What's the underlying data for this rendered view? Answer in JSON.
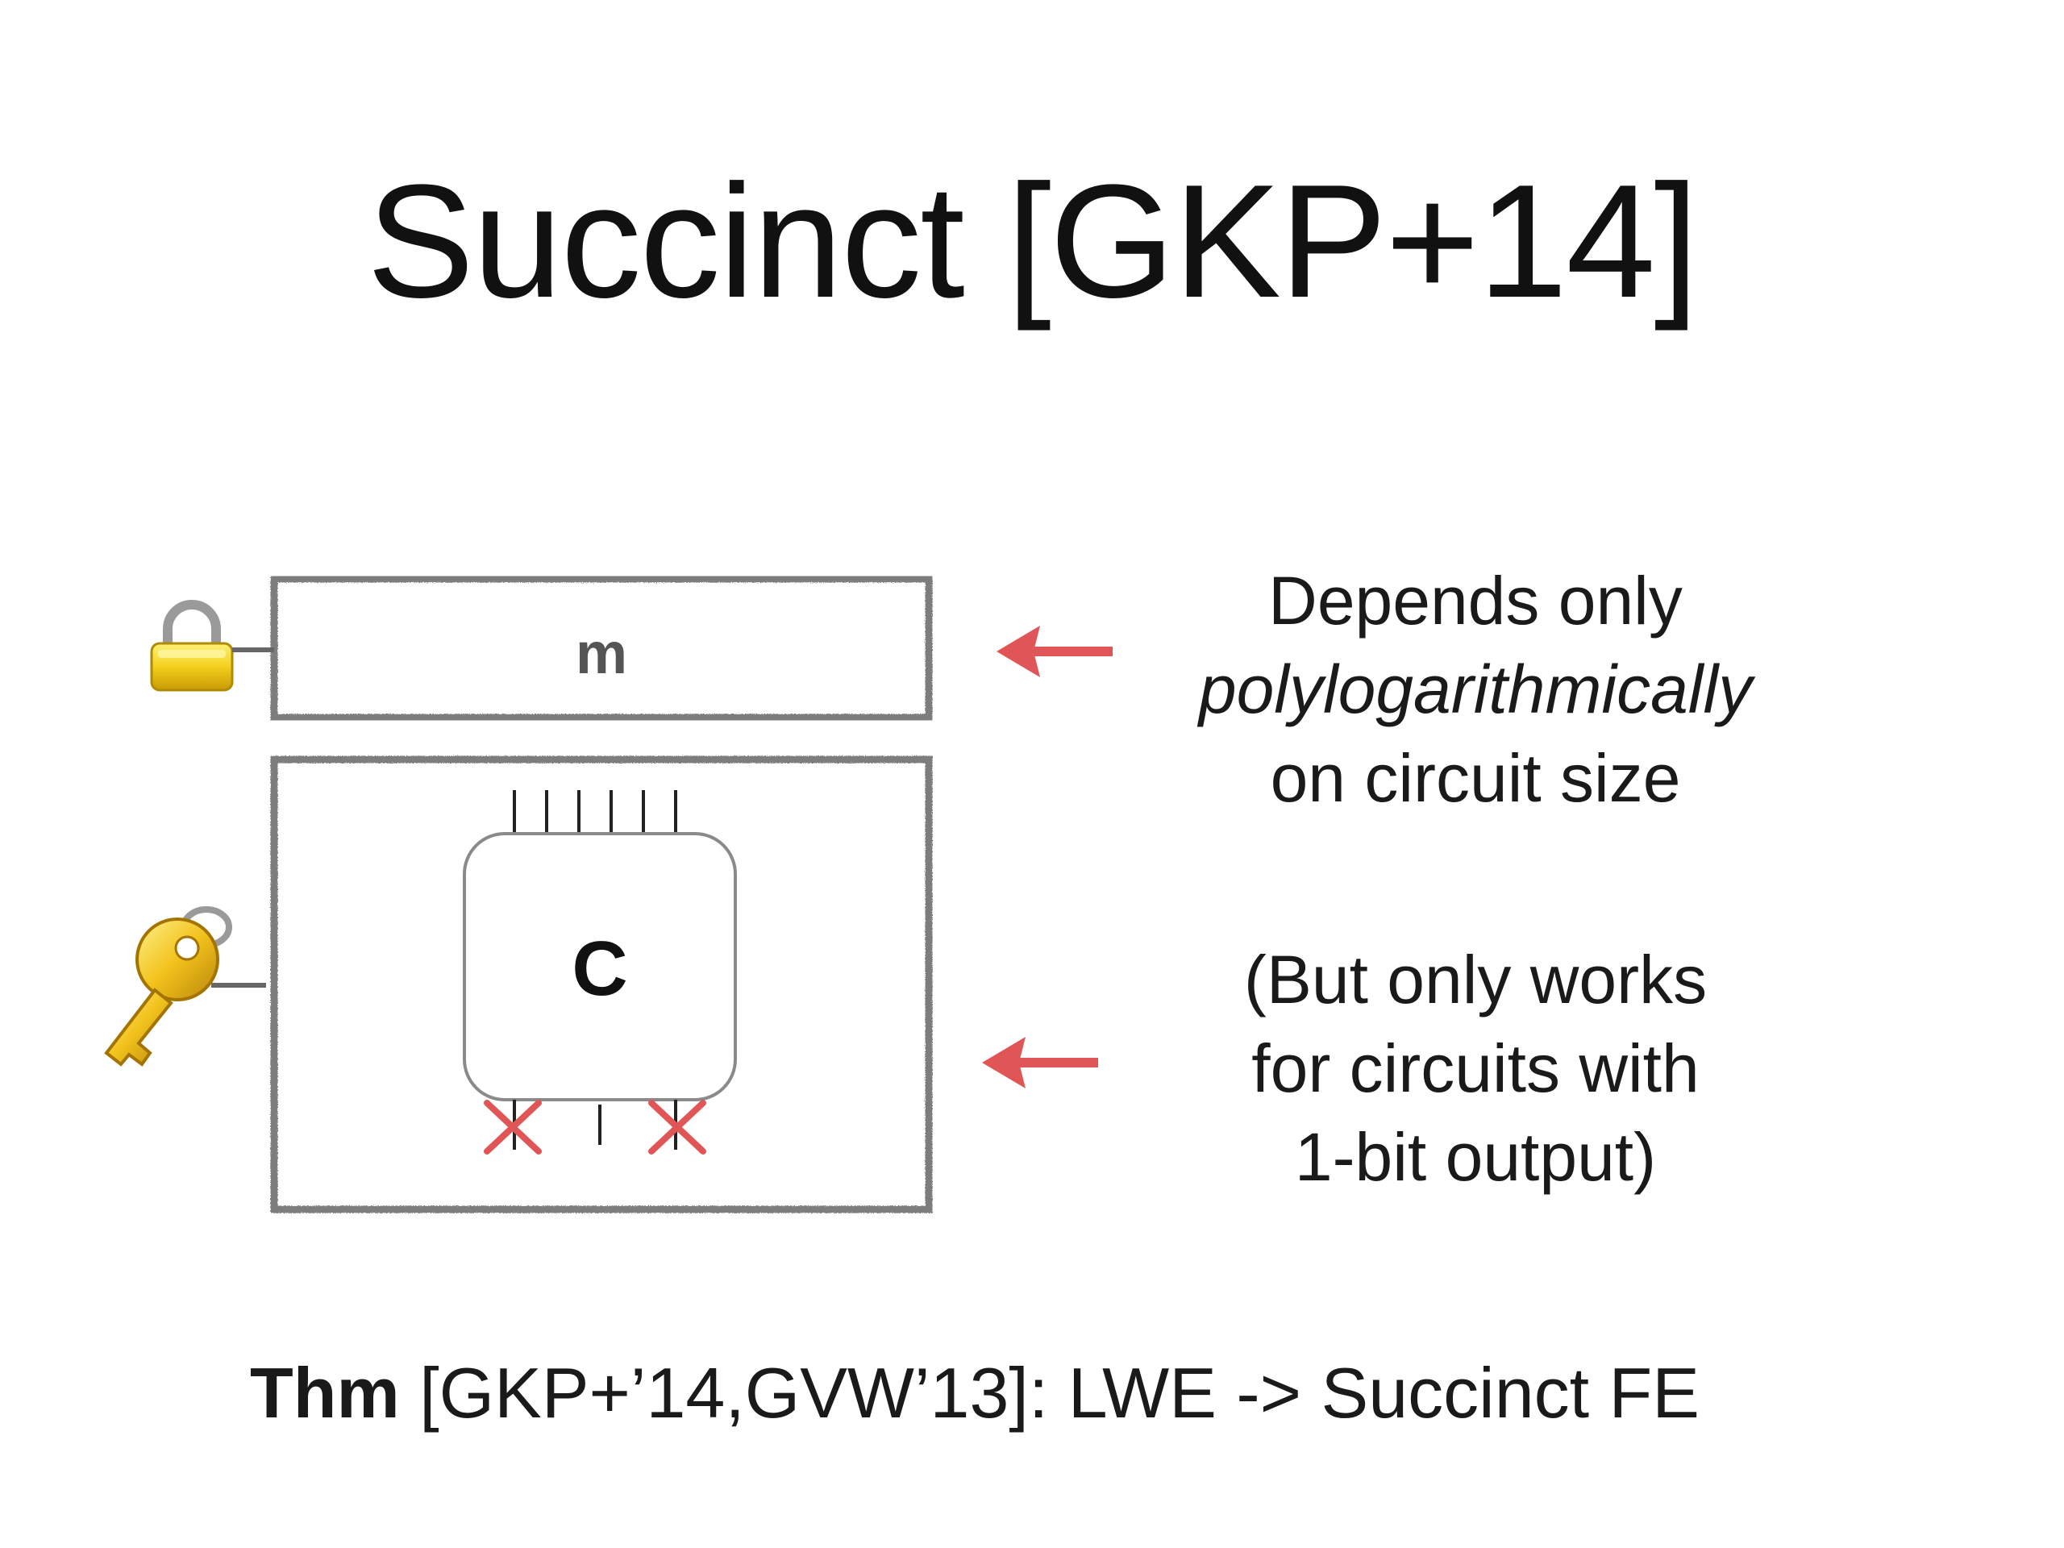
{
  "slide": {
    "title": "Succinct [GKP+14]"
  },
  "diagram": {
    "message_box_label": "m",
    "circuit_label": "C",
    "lock_icon": "lock-icon",
    "key_icon": "key-icon",
    "arrow_color": "#e05555",
    "cross_color": "#e05555"
  },
  "notes": {
    "top": {
      "line1": "Depends only",
      "line2": "polylogarithmically",
      "line3": "on circuit size"
    },
    "bottom": {
      "line1": "(But only works",
      "line2": "for circuits with",
      "line3": "1-bit output)"
    }
  },
  "theorem": {
    "label": "Thm",
    "text": "[GKP+’14,GVW’13]: LWE -> Succinct FE"
  }
}
